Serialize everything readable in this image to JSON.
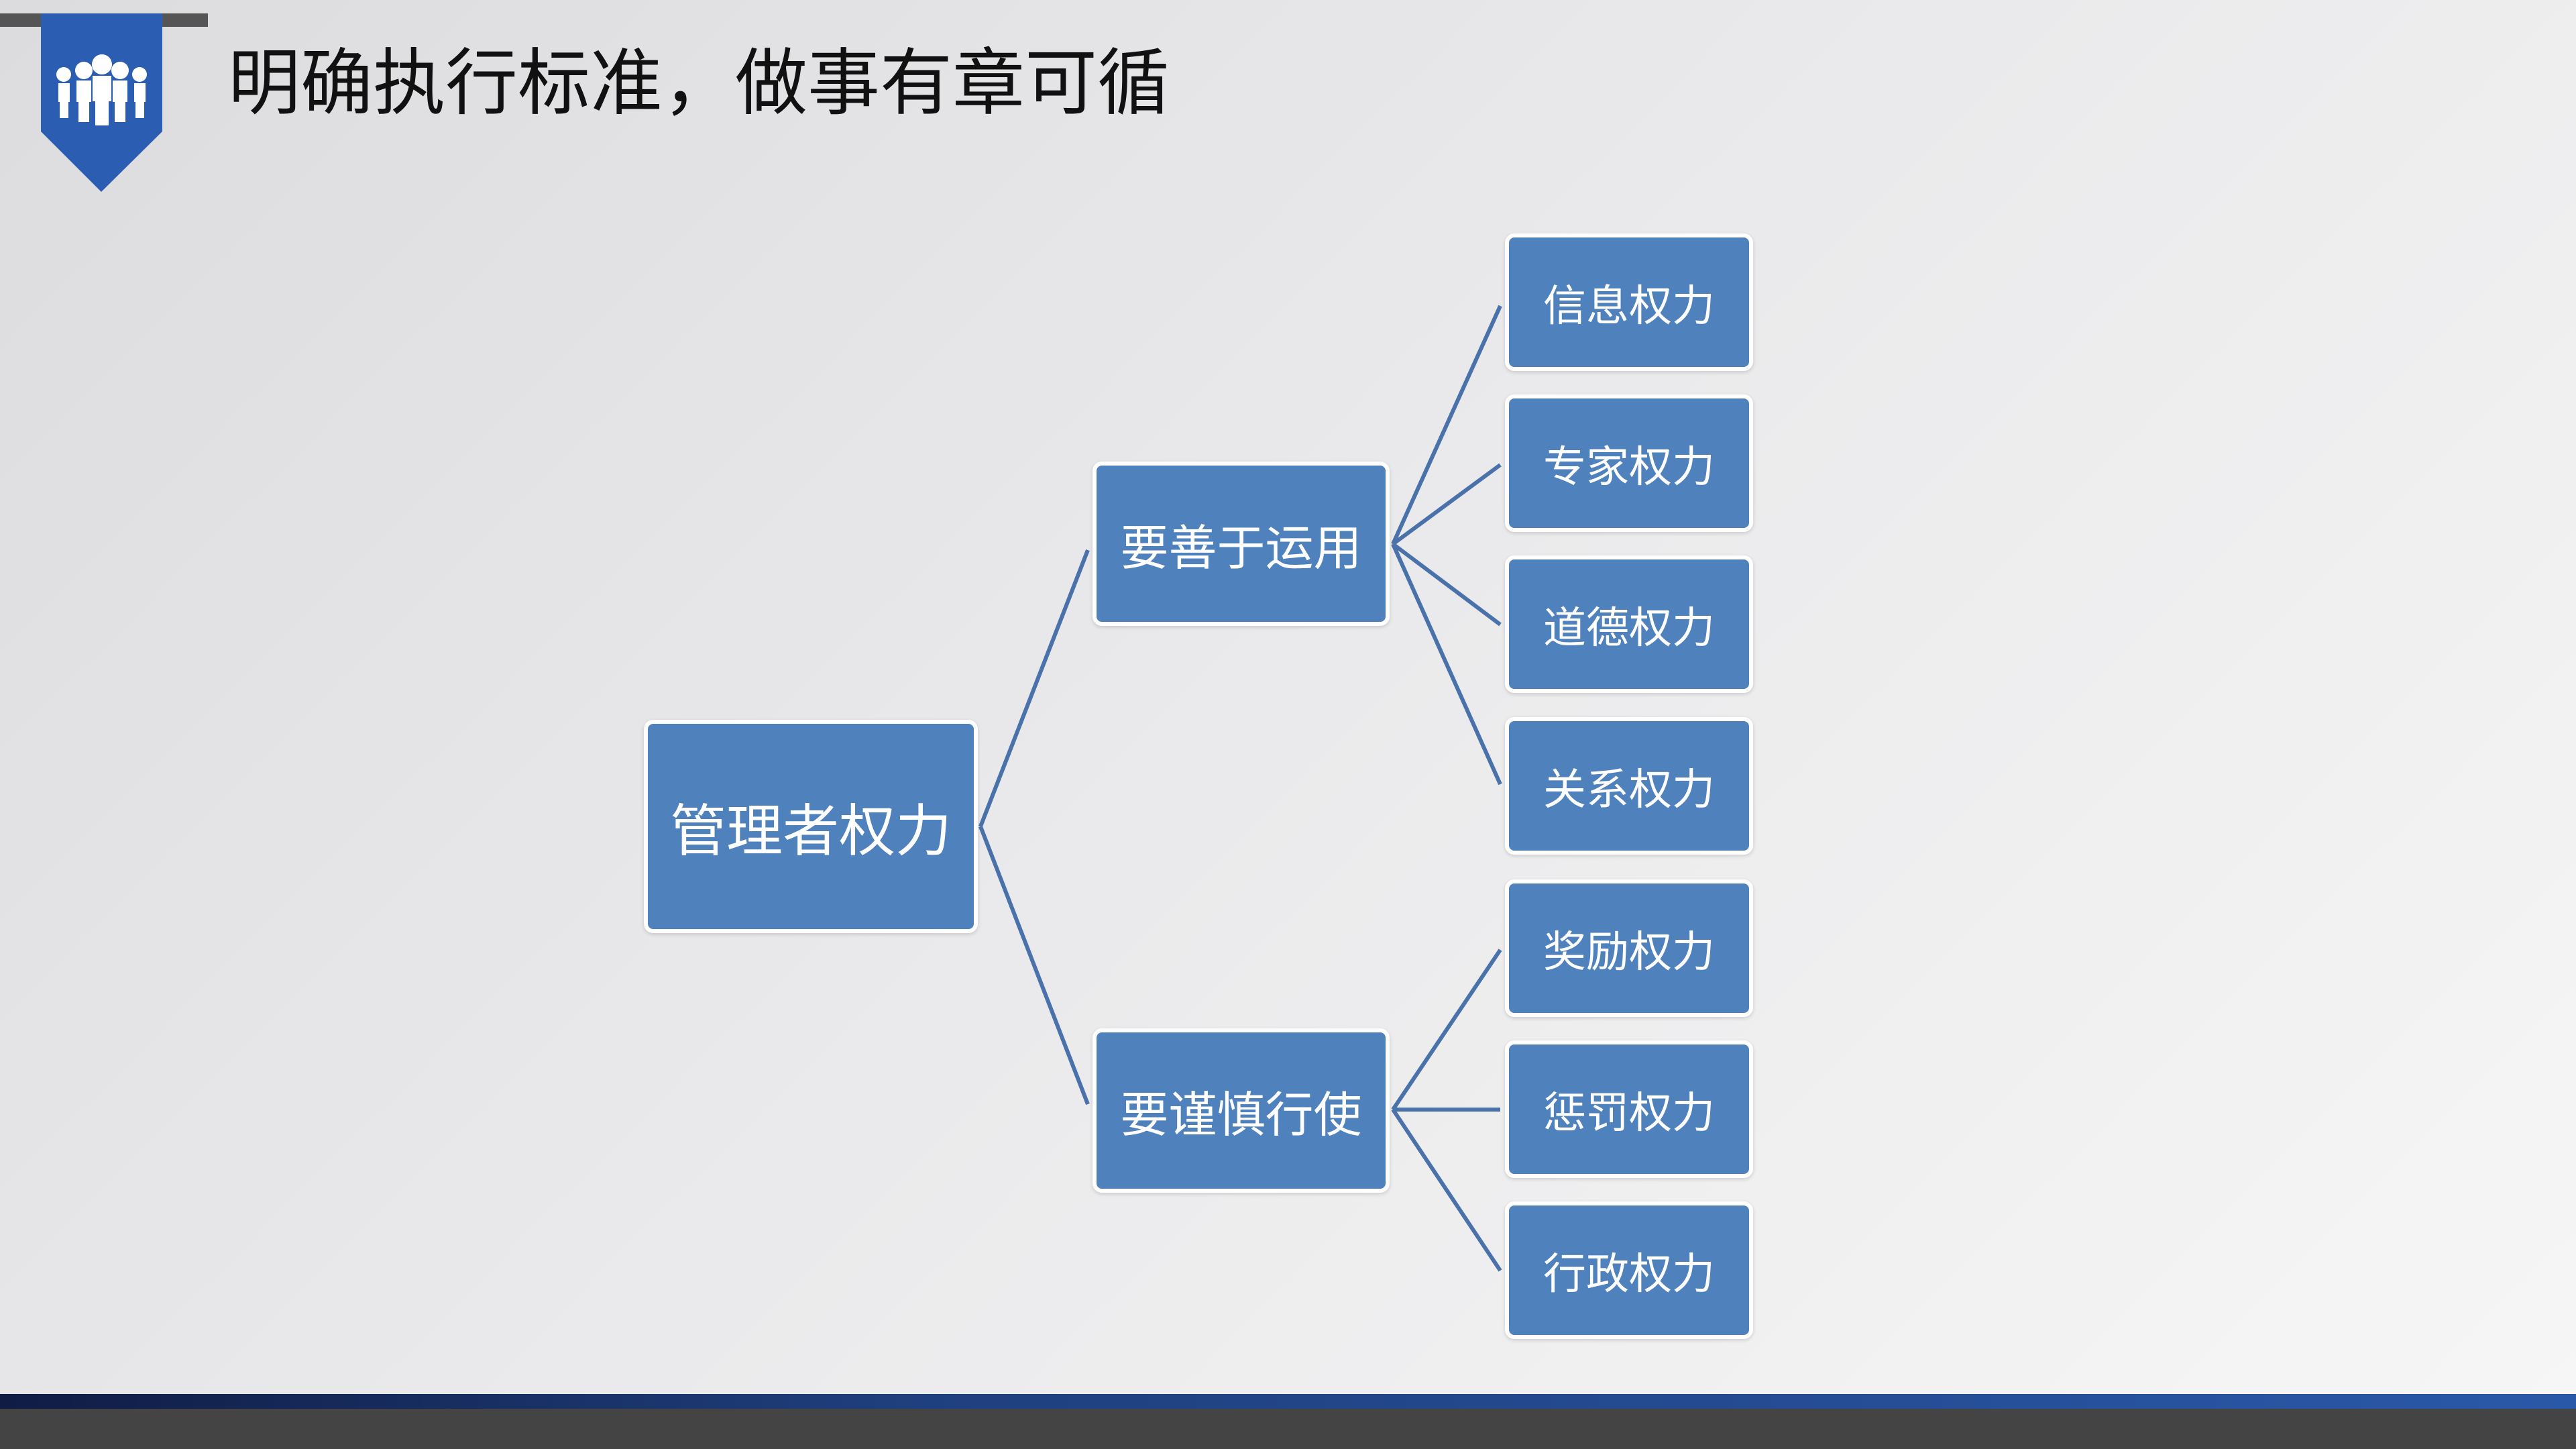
{
  "header": {
    "title": "明确执行标准，做事有章可循",
    "icon": "people-group-icon",
    "accent": "#2b5db3"
  },
  "diagram": {
    "root": "管理者权力",
    "branches": [
      {
        "label": "要善于运用",
        "children": [
          "信息权力",
          "专家权力",
          "道德权力",
          "关系权力"
        ]
      },
      {
        "label": "要谨慎行使",
        "children": [
          "奖励权力",
          "惩罚权力",
          "行政权力"
        ]
      }
    ],
    "box_color": "#4f81bd",
    "line_color": "#4a72aa"
  }
}
